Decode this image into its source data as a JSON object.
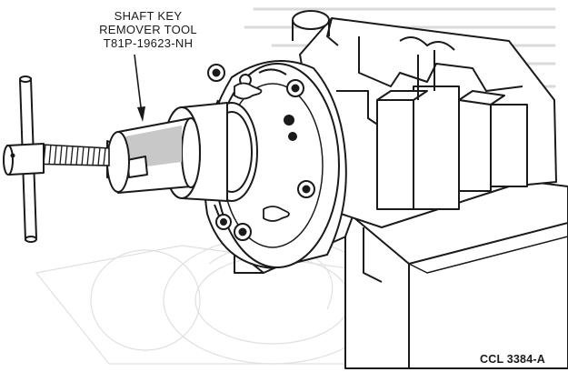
{
  "callout": {
    "line1": "SHAFT KEY",
    "line2": "REMOVER TOOL",
    "line3": "T81P-19623-NH"
  },
  "figure_id": "CCL 3384-A",
  "colors": {
    "ink": "#1a1a1a",
    "paper": "#ffffff",
    "shade": "#c8c8c8",
    "ghost": "#dadada"
  }
}
